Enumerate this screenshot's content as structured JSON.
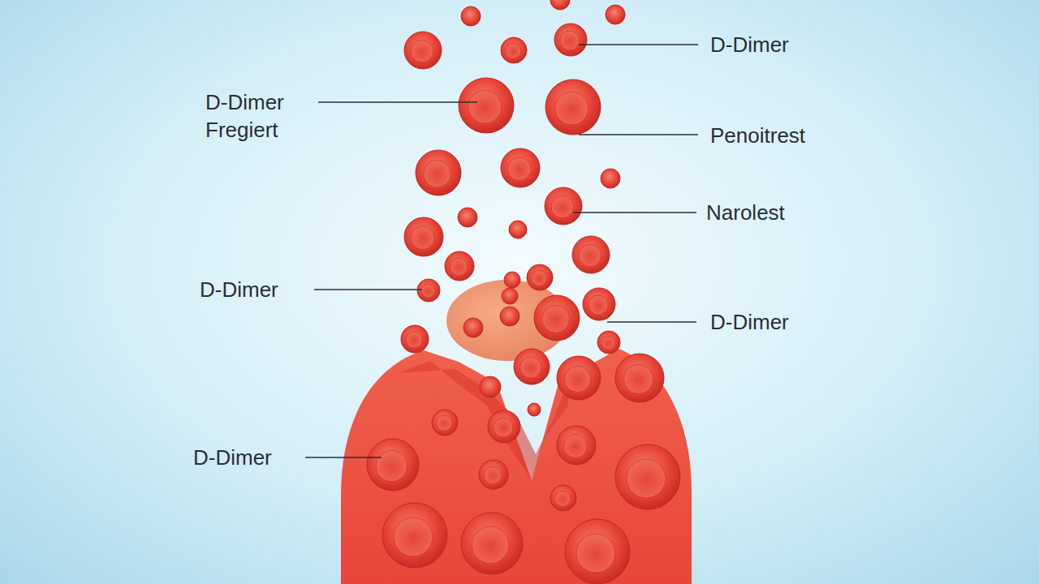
{
  "diagram": {
    "labels": [
      "D-Dimer",
      "D-Dimer Fregiert",
      "Penoitrest",
      "Narolest",
      "D-Dimer",
      "D-Dimer",
      "D-Dimer"
    ]
  }
}
